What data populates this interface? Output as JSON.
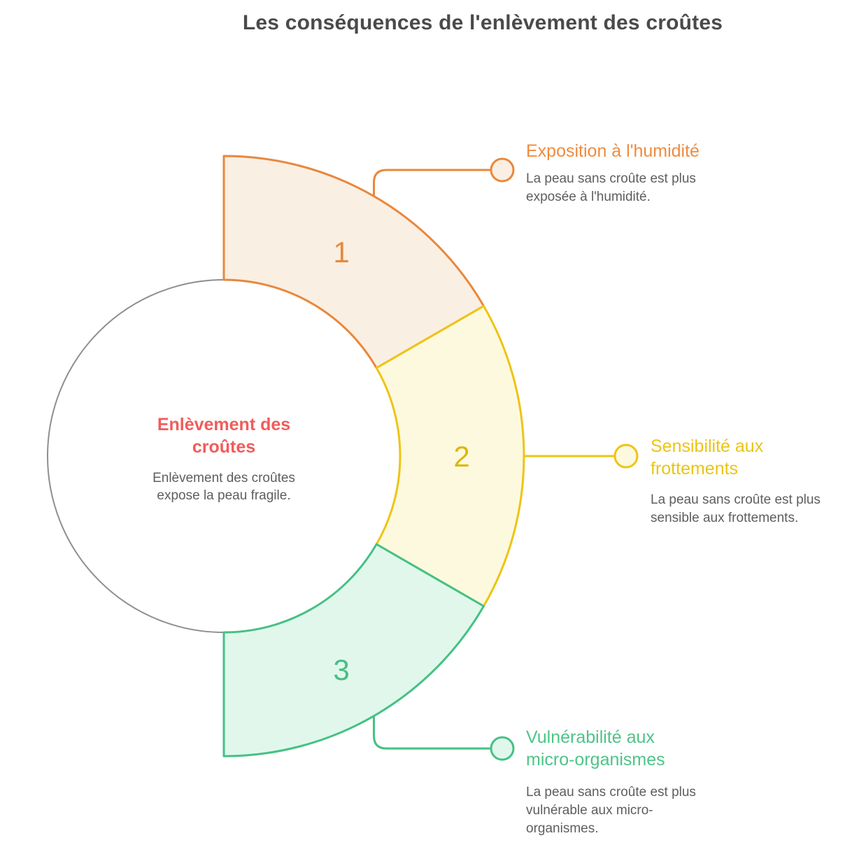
{
  "title": "Les conséquences de l'enlèvement des croûtes",
  "title_color": "#4a4a4a",
  "center": {
    "heading_lines": [
      "Enlèvement des",
      "croûtes"
    ],
    "heading_color": "#f25b5b",
    "desc_lines": [
      "Enlèvement des croûtes",
      "expose la peau fragile."
    ],
    "desc_color": "#5e5e5e",
    "circle_stroke": "#8f8f8f",
    "circle_fill": "#ffffff"
  },
  "segments": [
    {
      "number": "1",
      "heading_lines": [
        "Exposition à l'humidité"
      ],
      "desc_lines": [
        "La peau sans croûte est plus",
        "exposée à l'humidité."
      ],
      "fill": "#faefe3",
      "stroke": "#e8883c",
      "heading_color": "#f08b3e",
      "number_color": "#e8893c"
    },
    {
      "number": "2",
      "heading_lines": [
        "Sensibilité aux",
        "frottements"
      ],
      "desc_lines": [
        "La peau sans croûte est plus",
        "sensible aux frottements."
      ],
      "fill": "#fcf9df",
      "stroke": "#eec414",
      "heading_color": "#ecc414",
      "number_color": "#ddb70f"
    },
    {
      "number": "3",
      "heading_lines": [
        "Vulnérabilité aux",
        "micro-organismes"
      ],
      "desc_lines": [
        "La peau sans croûte est plus",
        "vulnérable aux micro-",
        "organismes."
      ],
      "fill": "#e1f7ec",
      "stroke": "#44c183",
      "heading_color": "#4ec488",
      "number_color": "#47be83"
    }
  ],
  "desc_text_color": "#5e5e5e"
}
